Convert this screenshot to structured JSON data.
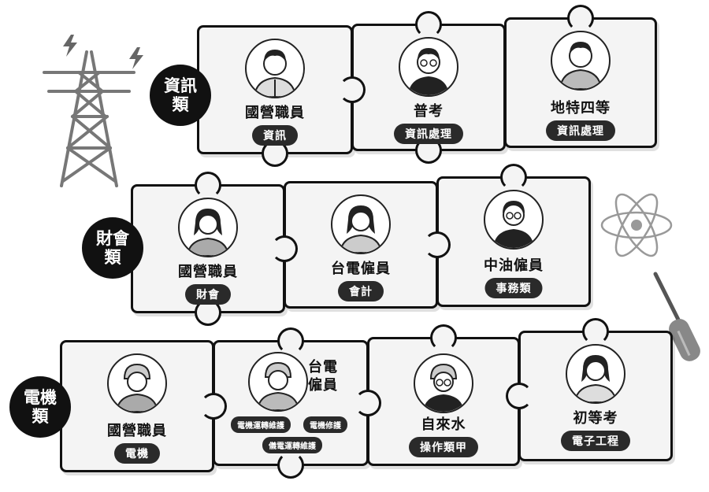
{
  "categories": [
    {
      "line1": "資訊",
      "line2": "類"
    },
    {
      "line1": "財會",
      "line2": "類"
    },
    {
      "line1": "電機",
      "line2": "類"
    }
  ],
  "rows": {
    "it": [
      {
        "title": "國營職員",
        "pill": "資訊"
      },
      {
        "title": "普考",
        "pill": "資訊處理"
      },
      {
        "title": "地特四等",
        "pill": "資訊處理"
      }
    ],
    "finance": [
      {
        "title": "國營職員",
        "pill": "財會"
      },
      {
        "title": "台電僱員",
        "pill": "會計"
      },
      {
        "title": "中油僱員",
        "pill": "事務類"
      }
    ],
    "electrical": [
      {
        "title": "國營職員",
        "pill": "電機"
      },
      {
        "title_line1": "台電",
        "title_line2": "僱員",
        "pills": [
          "電機運轉維護",
          "電機修護",
          "儀電運轉維護"
        ]
      },
      {
        "title": "自來水",
        "pill": "操作類甲"
      },
      {
        "title": "初等考",
        "pill": "電子工程"
      }
    ]
  },
  "icons": [
    "power-tower-icon",
    "lightning-icon",
    "atom-icon",
    "screwdriver-icon"
  ],
  "colors": {
    "ink": "#111111",
    "piece": "#f4f4f4",
    "pill": "#2a2a2a"
  }
}
